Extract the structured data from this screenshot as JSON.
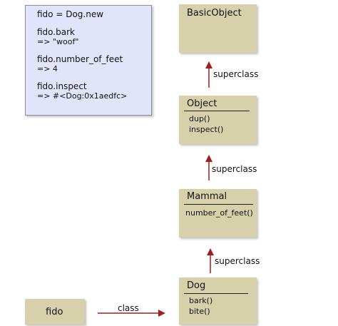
{
  "code_panel": {
    "lines": [
      {
        "code": "fido = Dog.new",
        "result": ""
      },
      {
        "code": "fido.bark",
        "result": "=> \"woof\""
      },
      {
        "code": "fido.number_of_feet",
        "result": "=> 4"
      },
      {
        "code": "fido.inspect",
        "result": "=> #<Dog:0x1aedfc>"
      }
    ]
  },
  "classes": {
    "basic_object": {
      "name": "BasicObject",
      "methods": []
    },
    "object": {
      "name": "Object",
      "methods": [
        "dup()",
        "inspect()"
      ]
    },
    "mammal": {
      "name": "Mammal",
      "methods": [
        "number_of_feet()"
      ]
    },
    "dog": {
      "name": "Dog",
      "methods": [
        "bark()",
        "bite()"
      ]
    }
  },
  "instance": {
    "name": "fido"
  },
  "edges": {
    "superclass_label": "superclass",
    "class_label": "class"
  },
  "colors": {
    "panel_bg": "#e2e4fb",
    "class_box_bg": "#d6d1aa",
    "arrow": "#9e1f1f"
  }
}
